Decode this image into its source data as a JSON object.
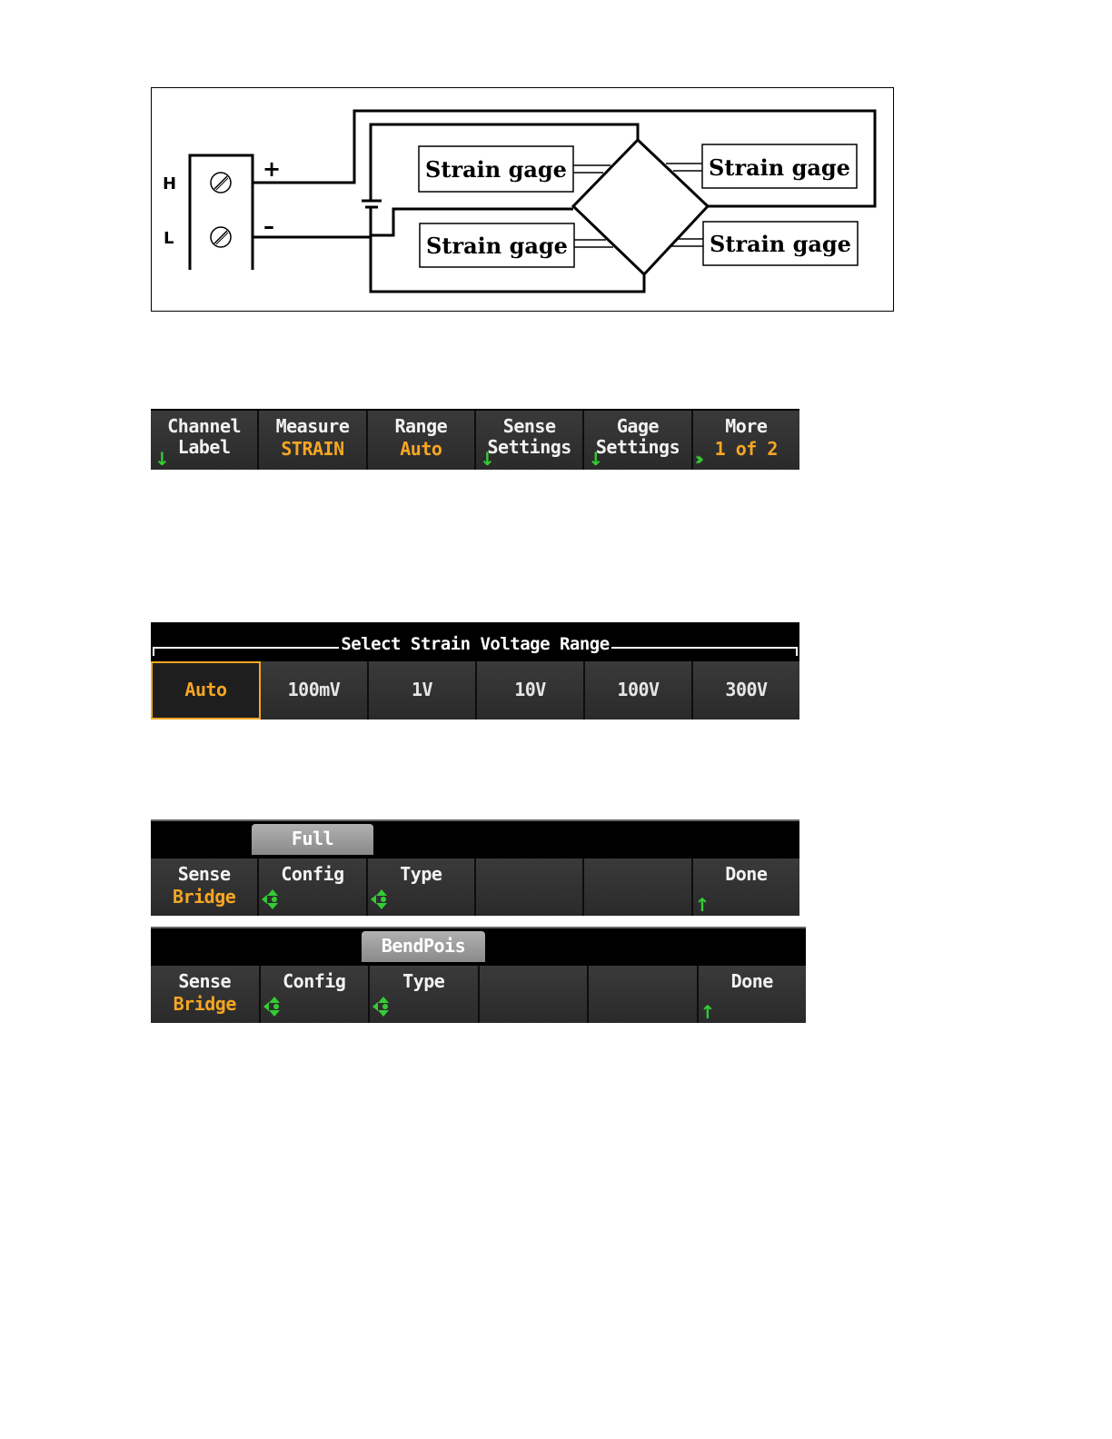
{
  "diagram": {
    "terminal_high": "H",
    "terminal_low": "L",
    "plus_sign": "+",
    "minus_sign": "–",
    "gages": [
      "Strain gage",
      "Strain gage",
      "Strain gage",
      "Strain gage"
    ]
  },
  "menu_main": {
    "keys": [
      {
        "label1": "Channel",
        "label2": "Label",
        "value": "",
        "icon": "down-arrow-icon"
      },
      {
        "label1": "Measure",
        "label2": "",
        "value": "STRAIN",
        "icon": ""
      },
      {
        "label1": "Range",
        "label2": "",
        "value": "Auto",
        "icon": ""
      },
      {
        "label1": "Sense",
        "label2": "Settings",
        "value": "",
        "icon": "down-arrow-icon"
      },
      {
        "label1": "Gage",
        "label2": "Settings",
        "value": "",
        "icon": "down-arrow-icon"
      },
      {
        "label1": "More",
        "label2": "",
        "value": "1 of 2",
        "icon": "more-icon"
      }
    ]
  },
  "range_menu": {
    "title": "Select Strain Voltage Range",
    "options": [
      "Auto",
      "100mV",
      "1V",
      "10V",
      "100V",
      "300V"
    ],
    "selected": "Auto"
  },
  "sense_menu_full": {
    "chip": "Full",
    "keys": [
      {
        "label": "Sense",
        "value": "Bridge"
      },
      {
        "label": "Config",
        "value": ""
      },
      {
        "label": "Type",
        "value": ""
      },
      {
        "label": "",
        "value": ""
      },
      {
        "label": "",
        "value": ""
      },
      {
        "label": "Done",
        "value": ""
      }
    ]
  },
  "sense_menu_bendpois": {
    "chip": "BendPois",
    "keys": [
      {
        "label": "Sense",
        "value": "Bridge"
      },
      {
        "label": "Config",
        "value": ""
      },
      {
        "label": "Type",
        "value": ""
      },
      {
        "label": "",
        "value": ""
      },
      {
        "label": "",
        "value": ""
      },
      {
        "label": "Done",
        "value": ""
      }
    ]
  },
  "colors": {
    "value_text": "#f5a623",
    "icon_green": "#33cc33",
    "key_bg": "#2f2f2f"
  }
}
